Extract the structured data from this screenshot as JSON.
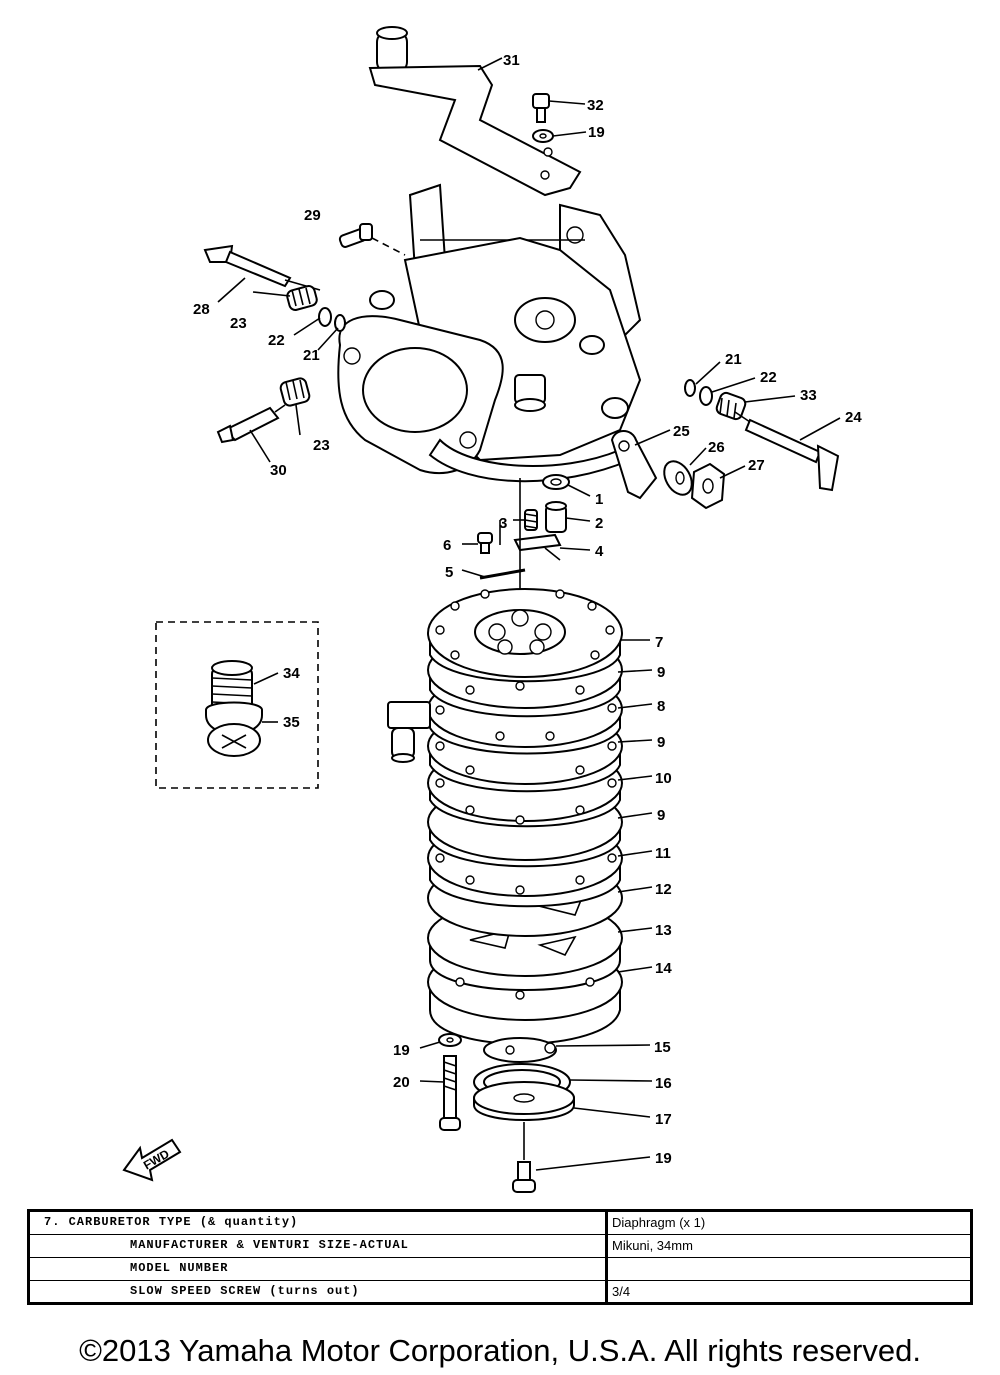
{
  "callouts": [
    {
      "id": "31",
      "text": "31"
    },
    {
      "id": "32",
      "text": "32"
    },
    {
      "id": "19a",
      "text": "19"
    },
    {
      "id": "29",
      "text": "29"
    },
    {
      "id": "28",
      "text": "28"
    },
    {
      "id": "23a",
      "text": "23"
    },
    {
      "id": "22a",
      "text": "22"
    },
    {
      "id": "21a",
      "text": "21"
    },
    {
      "id": "23b",
      "text": "23"
    },
    {
      "id": "30",
      "text": "30"
    },
    {
      "id": "21b",
      "text": "21"
    },
    {
      "id": "22b",
      "text": "22"
    },
    {
      "id": "33",
      "text": "33"
    },
    {
      "id": "24",
      "text": "24"
    },
    {
      "id": "25",
      "text": "25"
    },
    {
      "id": "26",
      "text": "26"
    },
    {
      "id": "27",
      "text": "27"
    },
    {
      "id": "1",
      "text": "1"
    },
    {
      "id": "2",
      "text": "2"
    },
    {
      "id": "3",
      "text": "3"
    },
    {
      "id": "4",
      "text": "4"
    },
    {
      "id": "5",
      "text": "5"
    },
    {
      "id": "6",
      "text": "6"
    },
    {
      "id": "7",
      "text": "7"
    },
    {
      "id": "9a",
      "text": "9"
    },
    {
      "id": "8",
      "text": "8"
    },
    {
      "id": "9b",
      "text": "9"
    },
    {
      "id": "10",
      "text": "10"
    },
    {
      "id": "9c",
      "text": "9"
    },
    {
      "id": "11",
      "text": "11"
    },
    {
      "id": "12",
      "text": "12"
    },
    {
      "id": "13",
      "text": "13"
    },
    {
      "id": "14",
      "text": "14"
    },
    {
      "id": "15",
      "text": "15"
    },
    {
      "id": "16",
      "text": "16"
    },
    {
      "id": "17",
      "text": "17"
    },
    {
      "id": "19b",
      "text": "19"
    },
    {
      "id": "20",
      "text": "20"
    },
    {
      "id": "19c",
      "text": "19"
    },
    {
      "id": "34",
      "text": "34"
    },
    {
      "id": "35",
      "text": "35"
    }
  ],
  "fwd_label": "FWD",
  "spec_table": {
    "rows": [
      {
        "label": "7.  CARBURETOR TYPE (& quantity)",
        "value": "Diaphragm (x 1)"
      },
      {
        "label": "MANUFACTURER & VENTURI SIZE-ACTUAL",
        "value": "Mikuni, 34mm"
      },
      {
        "label": "MODEL NUMBER",
        "value": ""
      },
      {
        "label": "SLOW SPEED SCREW (turns out)",
        "value": "3/4"
      }
    ]
  },
  "copyright": "©2013 Yamaha Motor Corporation, U.S.A. All rights reserved."
}
